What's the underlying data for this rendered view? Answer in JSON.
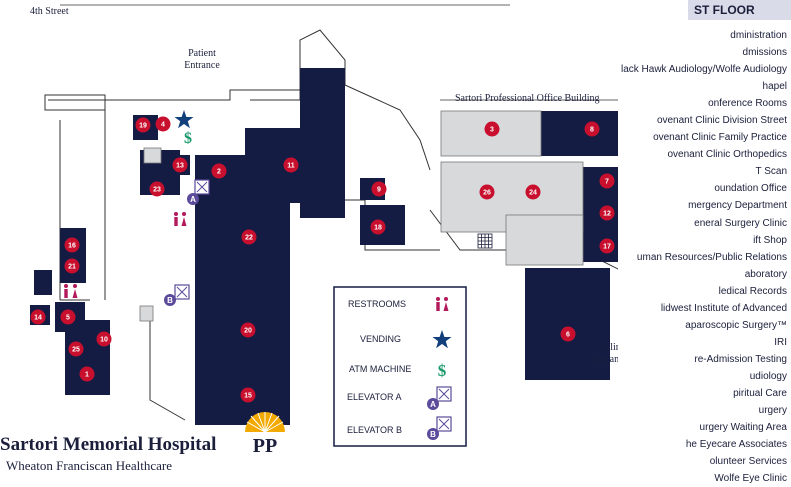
{
  "map": {
    "street_label": "4th Street",
    "patient_entrance_label": "Patient\nEntrance",
    "clinic_entrance_label": "Clinic\nEntrance",
    "office_building_label": "Sartori Professional Office Building",
    "markers": [
      "1",
      "2",
      "3",
      "4",
      "5",
      "6",
      "7",
      "8",
      "9",
      "10",
      "11",
      "12",
      "13",
      "14",
      "15",
      "16",
      "17",
      "18",
      "19",
      "20",
      "21",
      "22",
      "23",
      "24",
      "25",
      "26"
    ],
    "elevator_a_badge": "A",
    "elevator_b_badge": "B",
    "colors": {
      "building": "#141c44",
      "building_light": "#d7d9db",
      "marker": "#c8102e",
      "outline": "#222222",
      "accent_pink": "#b21a5b",
      "accent_blue": "#123f7c",
      "accent_green": "#1a9a6b",
      "accent_purple": "#5b4b9a"
    }
  },
  "legend": {
    "items": [
      {
        "label": "RESTROOMS",
        "icon": "restroom-icon"
      },
      {
        "label": "VENDING",
        "icon": "star-icon"
      },
      {
        "label": "ATM MACHINE",
        "icon": "dollar-icon"
      },
      {
        "label": "ELEVATOR A",
        "icon": "elevator-icon"
      },
      {
        "label": "ELEVATOR B",
        "icon": "elevator-icon"
      }
    ]
  },
  "branding": {
    "name": "Sartori Memorial Hospital",
    "subtitle": "Wheaton Franciscan Healthcare"
  },
  "directory": {
    "floor_header": "ST FLOOR",
    "items": [
      "dministration",
      "dmissions",
      "lack Hawk Audiology/Wolfe Audiology",
      "hapel",
      "onference Rooms",
      "ovenant Clinic Division Street",
      "ovenant Clinic Family Practice",
      "ovenant Clinic Orthopedics",
      "T Scan",
      "oundation Office",
      "mergency Department",
      "eneral Surgery Clinic",
      "ift Shop",
      "uman Resources/Public Relations",
      "aboratory",
      "ledical Records",
      "lidwest Institute of Advanced",
      "aparoscopic Surgery™",
      "IRI",
      "re-Admission Testing",
      "udiology",
      "piritual Care",
      "urgery",
      "urgery Waiting Area",
      "he Eyecare Associates",
      "olunteer Services",
      "Wolfe Eye Clinic"
    ]
  }
}
